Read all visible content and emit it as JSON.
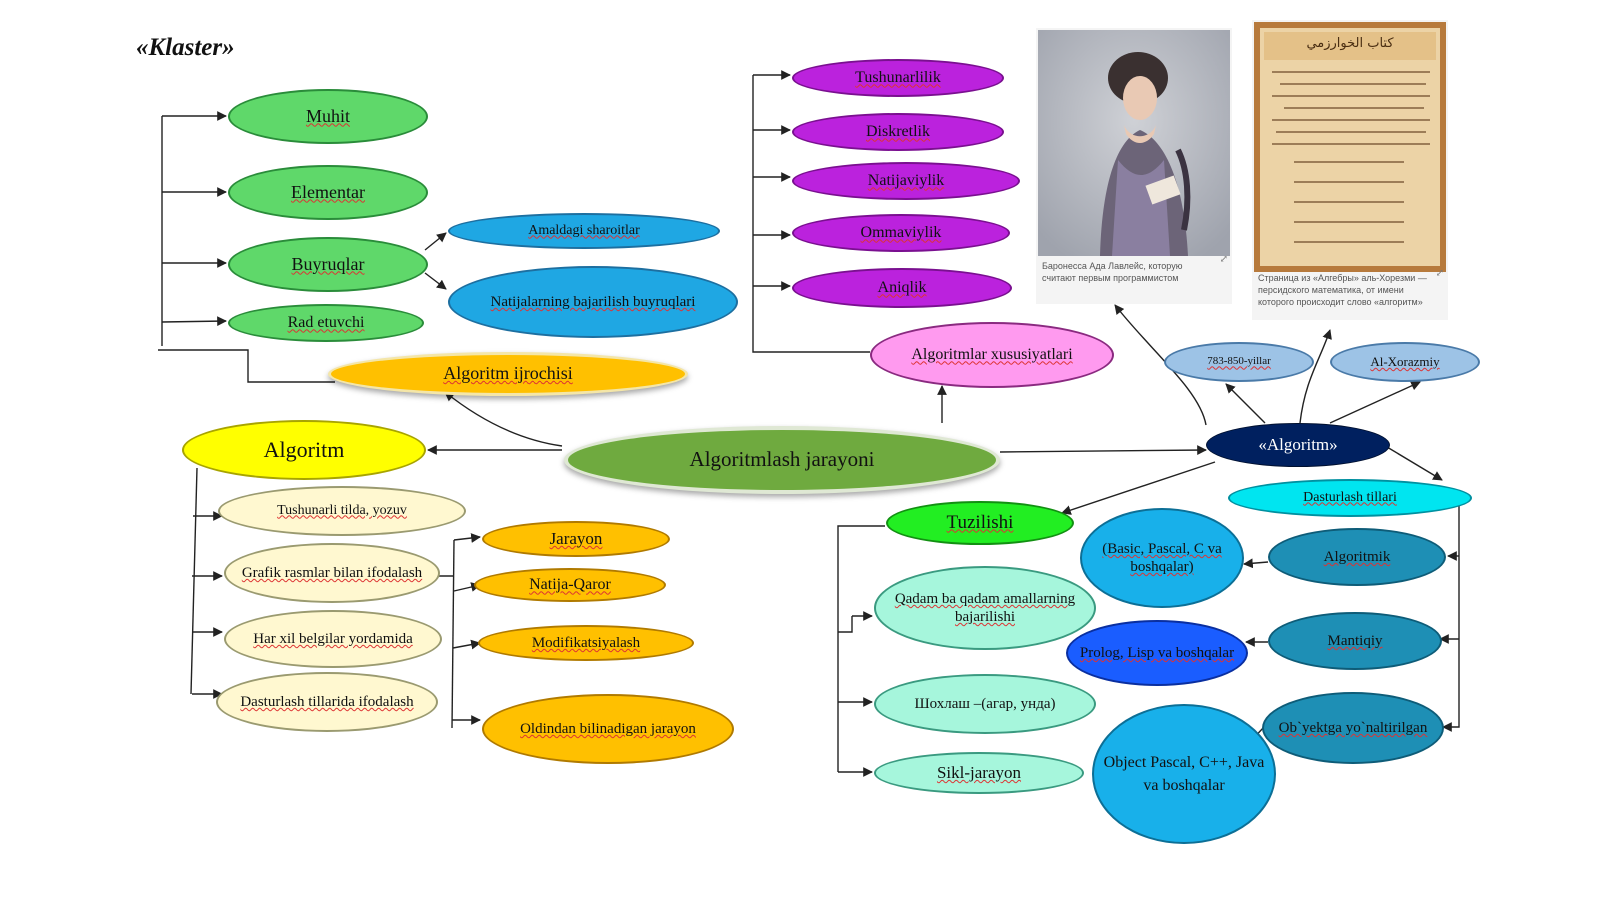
{
  "title": "«Klaster»",
  "nodes": {
    "muhit": "Muhit",
    "elementar": "Elementar",
    "buyruqlar": "Buyruqlar",
    "rad_etuvchi": "Rad etuvchi",
    "amaldagi_sharoitlar": "Amaldagi sharoitlar",
    "natijalarning_bajarilishi": "Natijalarning bajarilish buyruqlari",
    "algoritm_ijrochisi": "Algoritm ijrochisi",
    "algoritm": "Algoritm",
    "tushunarli_tilda": "Tushunarli tilda, yozuv",
    "grafik_rasmlar": "Grafik rasmlar bilan ifodalash",
    "har_xil_belgilar": "Har xil belgilar yordamida",
    "dasturlash_tillarida": "Dasturlash tillarida ifodalash",
    "jarayon": "Jarayon",
    "natija_qaror": "Natija-Qaror",
    "modifikatsiyalash": "Modifikatsiyalash",
    "oldindan_bilinadigan": "Oldindan bilinadigan jarayon",
    "algoritmlash_jarayoni": "Algoritmlash jarayoni",
    "tushunarlilik": "Tushunarlilik",
    "diskretlik": "Diskretlik",
    "natijaviylik": "Natijaviylik",
    "ommaviylik": "Ommaviylik",
    "aniqlik": "Aniqlik",
    "algoritmlar_xususiyatlari": "Algoritmlar xususiyatlari",
    "yillar": "783-850-yillar",
    "al_xorazmiy": "Al-Xorazmiy",
    "algoritm_quote": "«Algoritm»",
    "dasturlash_tillari": "Dasturlash tillari",
    "tuzilishi": "Tuzilishi",
    "basic_pascal": "(Basic, Pascal, C va boshqalar)",
    "algoritmik": "Algoritmik",
    "qadam_ba_qadam": "Qadam ba qadam amallarning bajarilishi",
    "prolog_lisp": "Prolog, Lisp va boshqalar",
    "mantiqiy": "Mantiqiy",
    "shoxlash": "Шохлаш –(агар, унда)",
    "obyektga": "Ob`yektga yo`naltirilgan",
    "sikl_jarayon": "Sikl-jarayon",
    "object_pascal": "Object Pascal, C++, Java va boshqalar"
  },
  "captions": {
    "ada": "Баронесса Ада Лавлейс, которую считают первым программистом",
    "book": "Страница из «Алгебры» аль-Хорезми — персидского математика, от имени которого происходит слово «алгоритм»"
  },
  "book_header": "كتاب الخوارزمي",
  "icons": {
    "expand": "expand-icon"
  },
  "colors": {
    "green": "#5fd86a",
    "blue": "#1fa7e3",
    "orange": "#ffc000",
    "yellow": "#ffff00",
    "olive": "#6faa3f",
    "purple": "#bb22dd",
    "pink": "#ff9aef",
    "steel": "#9dc3e6",
    "navy": "#00205f",
    "cyan": "#00e5f0",
    "lime": "#22ee22",
    "teal": "#1e8fb5",
    "mint": "#a6f6dc",
    "royal": "#1a5dff",
    "skyblue": "#18b0ea",
    "cream": "#fff8d0"
  }
}
